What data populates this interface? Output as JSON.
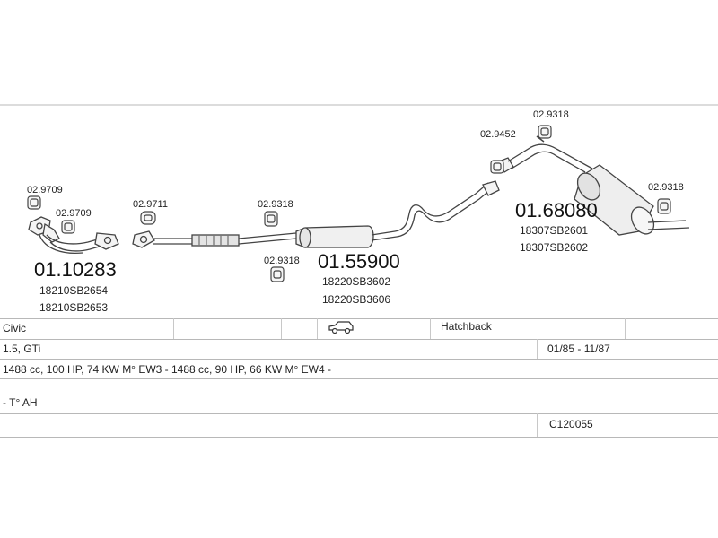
{
  "parts": {
    "hanger_a1": "02.9709",
    "hanger_a2": "02.9709",
    "hanger_b": "02.9711",
    "hanger_c1": "02.9318",
    "hanger_c2": "02.9318",
    "hanger_d": "02.9452",
    "hanger_e1": "02.9318",
    "hanger_e2": "02.9318",
    "front_pipe": {
      "number": "01.10283",
      "oem1": "18210SB2654",
      "oem2": "18210SB2653"
    },
    "middle_silencer": {
      "number": "01.55900",
      "oem1": "18220SB3602",
      "oem2": "18220SB3606"
    },
    "rear_silencer": {
      "number": "01.68080",
      "oem1": "18307SB2601",
      "oem2": "18307SB2602"
    }
  },
  "vehicle": {
    "model": "Civic",
    "body": "Hatchback",
    "engine": "1.5, GTi",
    "years": "01/85 - 11/87",
    "specs": "1488 cc, 100 HP, 74 KW M° EW3 - 1488 cc, 90 HP, 66 KW M° EW4 -",
    "notes": "- T° AH",
    "code": "C120055"
  },
  "icons": {
    "body_type": "car-hatchback-icon"
  },
  "colors": {
    "line": "#555555",
    "grid": "#b8b8b8"
  }
}
